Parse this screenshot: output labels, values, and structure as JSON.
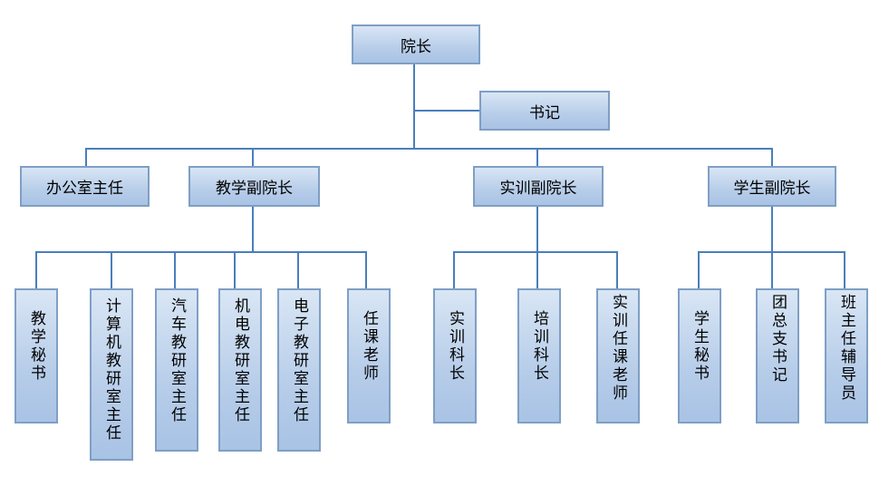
{
  "org": {
    "president": "院长",
    "secretary": "书记",
    "office_director": "办公室主任",
    "vp_teaching": "教学副院长",
    "vp_training": "实训副院长",
    "vp_students": "学生副院长",
    "teaching_secretary": "教学秘书",
    "computer_head": "计算机教研室主任",
    "auto_head": "汽车教研室主任",
    "mech_head": "机电教研室主任",
    "elec_head": "电子教研室主任",
    "teachers": "任课老师",
    "training_chief": "实训科长",
    "drill_chief": "培训科长",
    "training_teachers": "实训任课老师",
    "student_secretary": "学生秘书",
    "league_secretary": "团总支书记",
    "class_counselor": "班主任辅导员"
  },
  "colors": {
    "box_border": "#7f9fc4",
    "box_fill": "#b7cde9",
    "line": "#4a7ebb"
  }
}
